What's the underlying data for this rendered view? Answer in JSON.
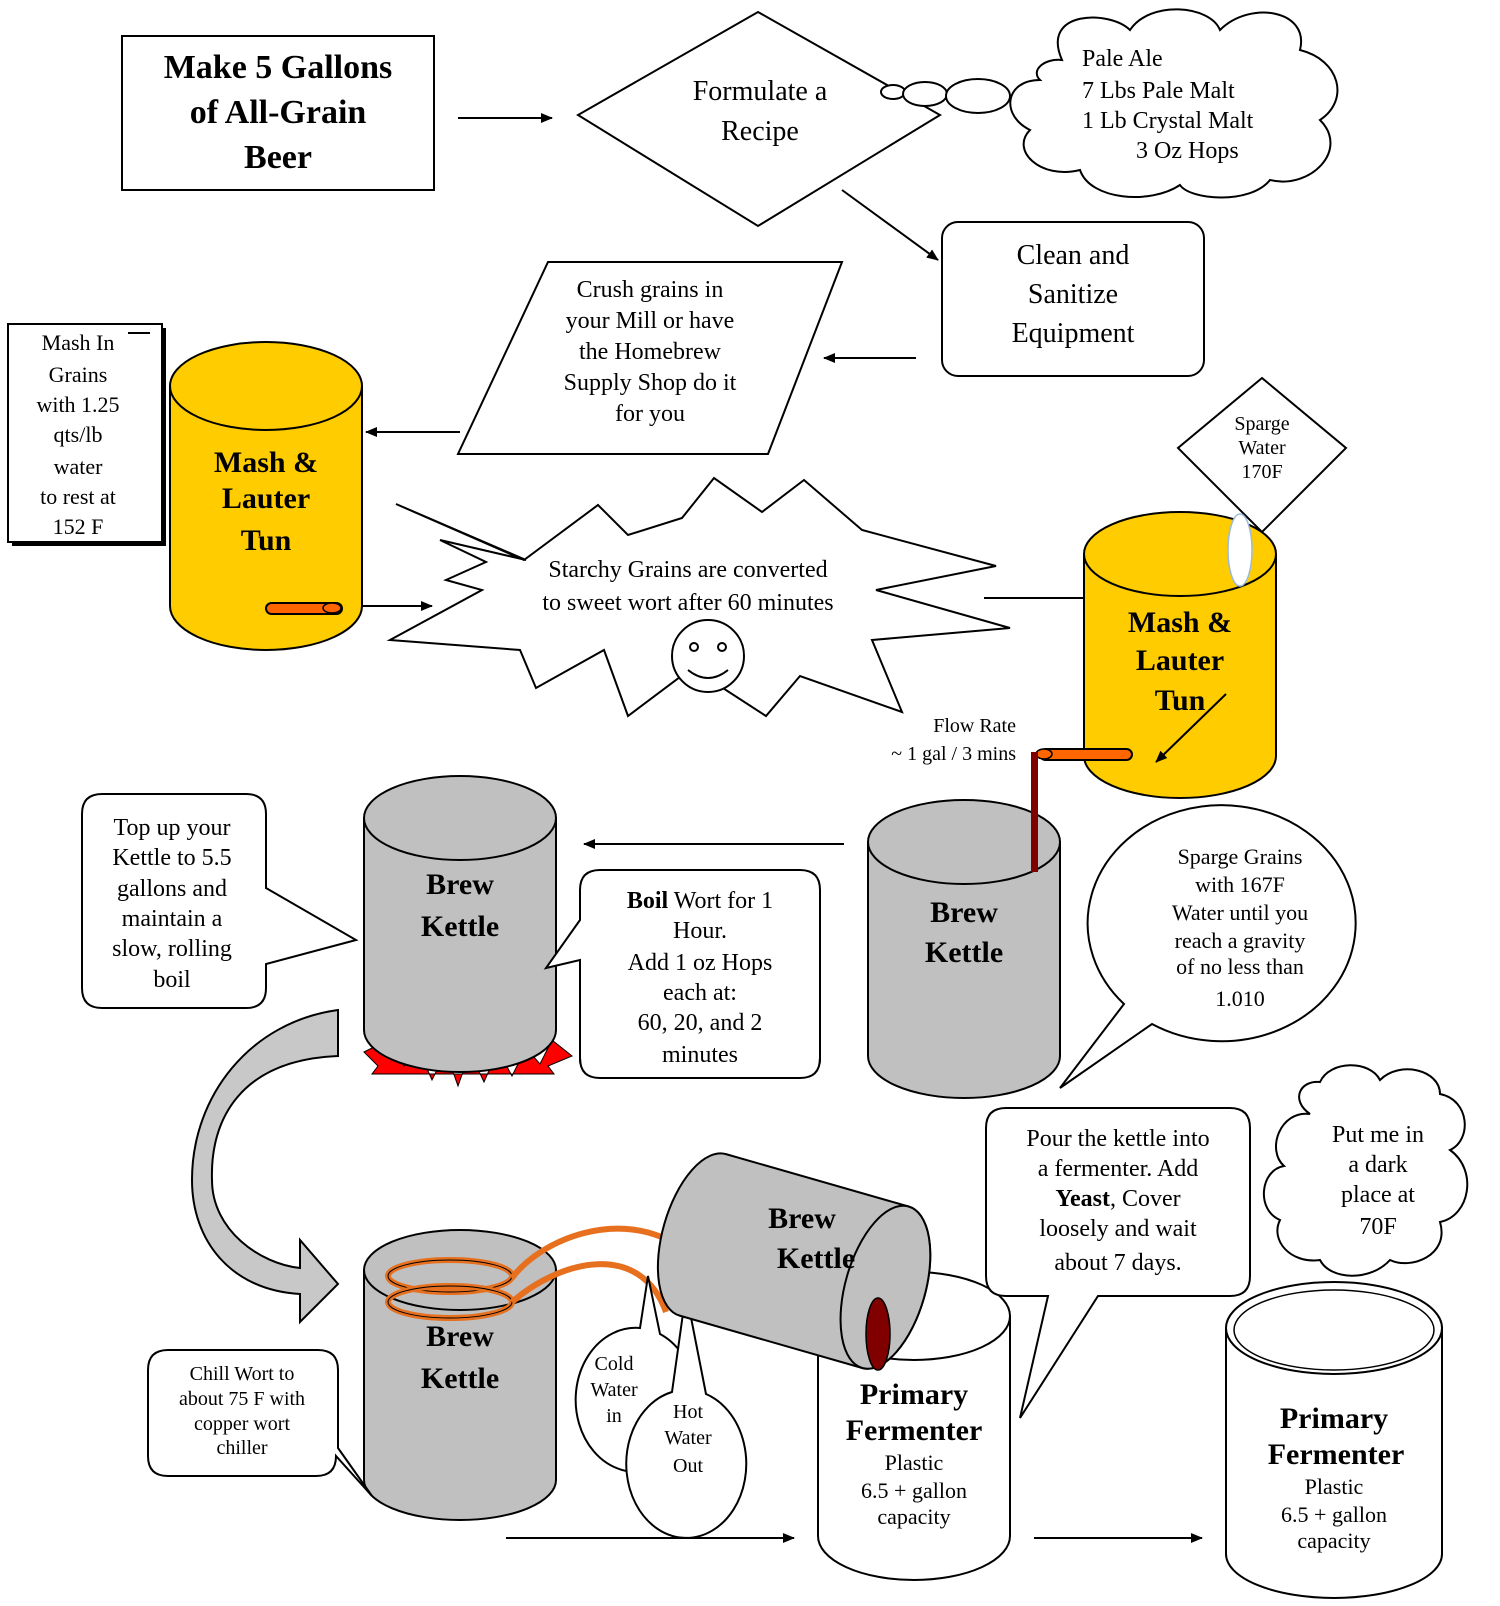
{
  "title": {
    "lines": [
      "Make 5 Gallons",
      "of All-Grain",
      "Beer"
    ]
  },
  "recipe_step": {
    "lines": [
      "Formulate a",
      "Recipe"
    ]
  },
  "recipe_cloud": {
    "lines": [
      "Pale Ale",
      "7 Lbs Pale Malt",
      "1 Lb Crystal Malt",
      "3 Oz Hops"
    ]
  },
  "clean_step": {
    "lines": [
      "Clean and",
      "Sanitize",
      "Equipment"
    ]
  },
  "crush_step": {
    "lines": [
      "Crush grains in",
      "your Mill or have",
      "the Homebrew",
      "Supply Shop do it",
      "for you"
    ]
  },
  "mash_in_note": {
    "lines": [
      "Mash In",
      "Grains",
      "with 1.25",
      "qts/lb",
      "water",
      "to rest at",
      "152 F"
    ]
  },
  "mash_tun_1": {
    "lines": [
      "Mash &",
      "Lauter",
      "Tun"
    ]
  },
  "conversion_burst": {
    "lines": [
      "Starchy Grains are converted",
      "to sweet wort after 60 minutes"
    ]
  },
  "sparge_water": {
    "lines": [
      "Sparge",
      "Water",
      "170F"
    ]
  },
  "mash_tun_2": {
    "lines": [
      "Mash &",
      "Lauter",
      "Tun"
    ]
  },
  "flow_rate": {
    "lines": [
      "Flow Rate",
      "~ 1 gal / 3 mins"
    ]
  },
  "sparge_bubble": {
    "lines": [
      "Sparge Grains",
      "with 167F",
      "Water until you",
      "reach a gravity",
      "of no less than",
      "1.010"
    ]
  },
  "brew_kettle_collect": {
    "lines": [
      "Brew",
      "Kettle"
    ]
  },
  "brew_kettle_boil": {
    "lines": [
      "Brew",
      "Kettle"
    ]
  },
  "top_up_bubble": {
    "lines": [
      "Top up your",
      "Kettle to 5.5",
      "gallons and",
      "maintain a",
      "slow, rolling",
      "boil"
    ]
  },
  "boil_bubble": {
    "bold_word": "Boil",
    "line1_rest": " Wort for 1",
    "lines": [
      "Hour.",
      "Add 1 oz Hops",
      "each at:",
      "60, 20, and 2",
      "minutes"
    ]
  },
  "brew_kettle_chill": {
    "lines": [
      "Brew",
      "Kettle"
    ]
  },
  "chill_bubble": {
    "lines": [
      "Chill Wort to",
      "about 75 F with",
      "copper wort",
      "chiller"
    ]
  },
  "cold_water": {
    "lines": [
      "Cold",
      "Water",
      "in"
    ]
  },
  "hot_water": {
    "lines": [
      "Hot",
      "Water",
      "Out"
    ]
  },
  "brew_kettle_pour": {
    "lines": [
      "Brew",
      "Kettle"
    ]
  },
  "fermenter_1": {
    "title": [
      "Primary",
      "Fermenter"
    ],
    "details": [
      "Plastic",
      "6.5 + gallon",
      "capacity"
    ]
  },
  "pour_bubble": {
    "line1": "Pour the kettle into",
    "line2": "a fermenter. Add",
    "bold_word": "Yeast",
    "line3_rest": ", Cover",
    "line4": "loosely and wait",
    "line5": "about 7 days."
  },
  "dark_cloud": {
    "lines": [
      "Put me in",
      "a dark",
      "place at",
      "70F"
    ]
  },
  "fermenter_2": {
    "title": [
      "Primary",
      "Fermenter"
    ],
    "details": [
      "Plastic",
      "6.5 + gallon",
      "capacity"
    ]
  },
  "colors": {
    "mash_tun": "#FFCC00",
    "kettle": "#C0C0C0",
    "valve": "#FF6600",
    "flame": "#FF0000",
    "wort": "#800000",
    "chiller_coil": "#E6701E"
  }
}
